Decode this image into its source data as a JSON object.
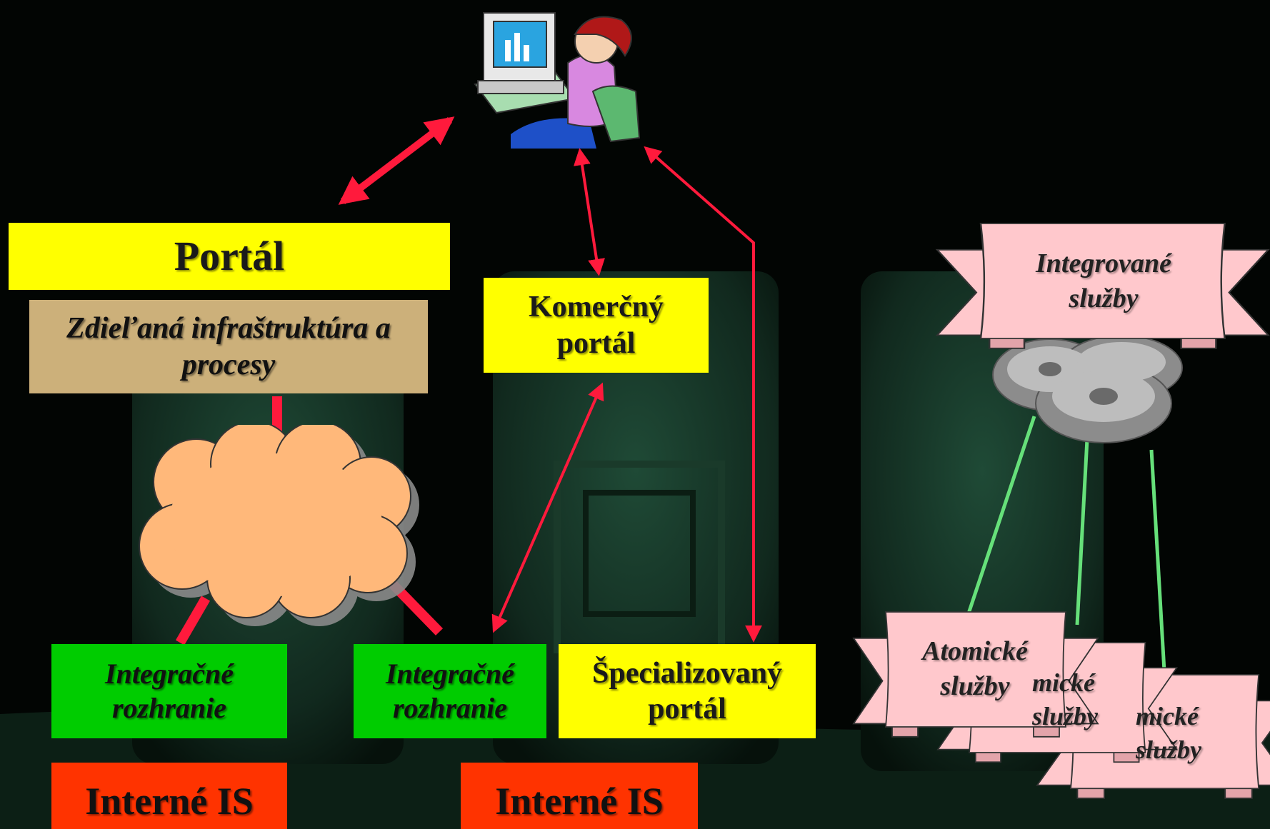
{
  "colors": {
    "arrow": "#ff1a3c",
    "yellow": "#ffff00",
    "green": "#00cc00",
    "orange_red": "#ff3300",
    "pink": "#ffc8cc",
    "cloud": "#ffb87a",
    "link_green": "#66e07a"
  },
  "icons": {
    "user": "user-at-computer-icon",
    "gears": "gears-icon",
    "cloud": "cloud-shape"
  },
  "portal": {
    "title": "Portál",
    "shared": "Zdieľaná infraštruktúra a procesy"
  },
  "commercial_portal": "Komerčný portál",
  "specialized_portal": "Špecializovaný portál",
  "integration_left": "Integračné rozhranie",
  "integration_right": "Integračné rozhranie",
  "internal_left": "Interné IS",
  "internal_right": "Interné IS",
  "integrated_services": "Integrované služby",
  "atomic_services": "Atomické služby",
  "atomic_back1": "mické služby",
  "atomic_back2": "mické služby"
}
